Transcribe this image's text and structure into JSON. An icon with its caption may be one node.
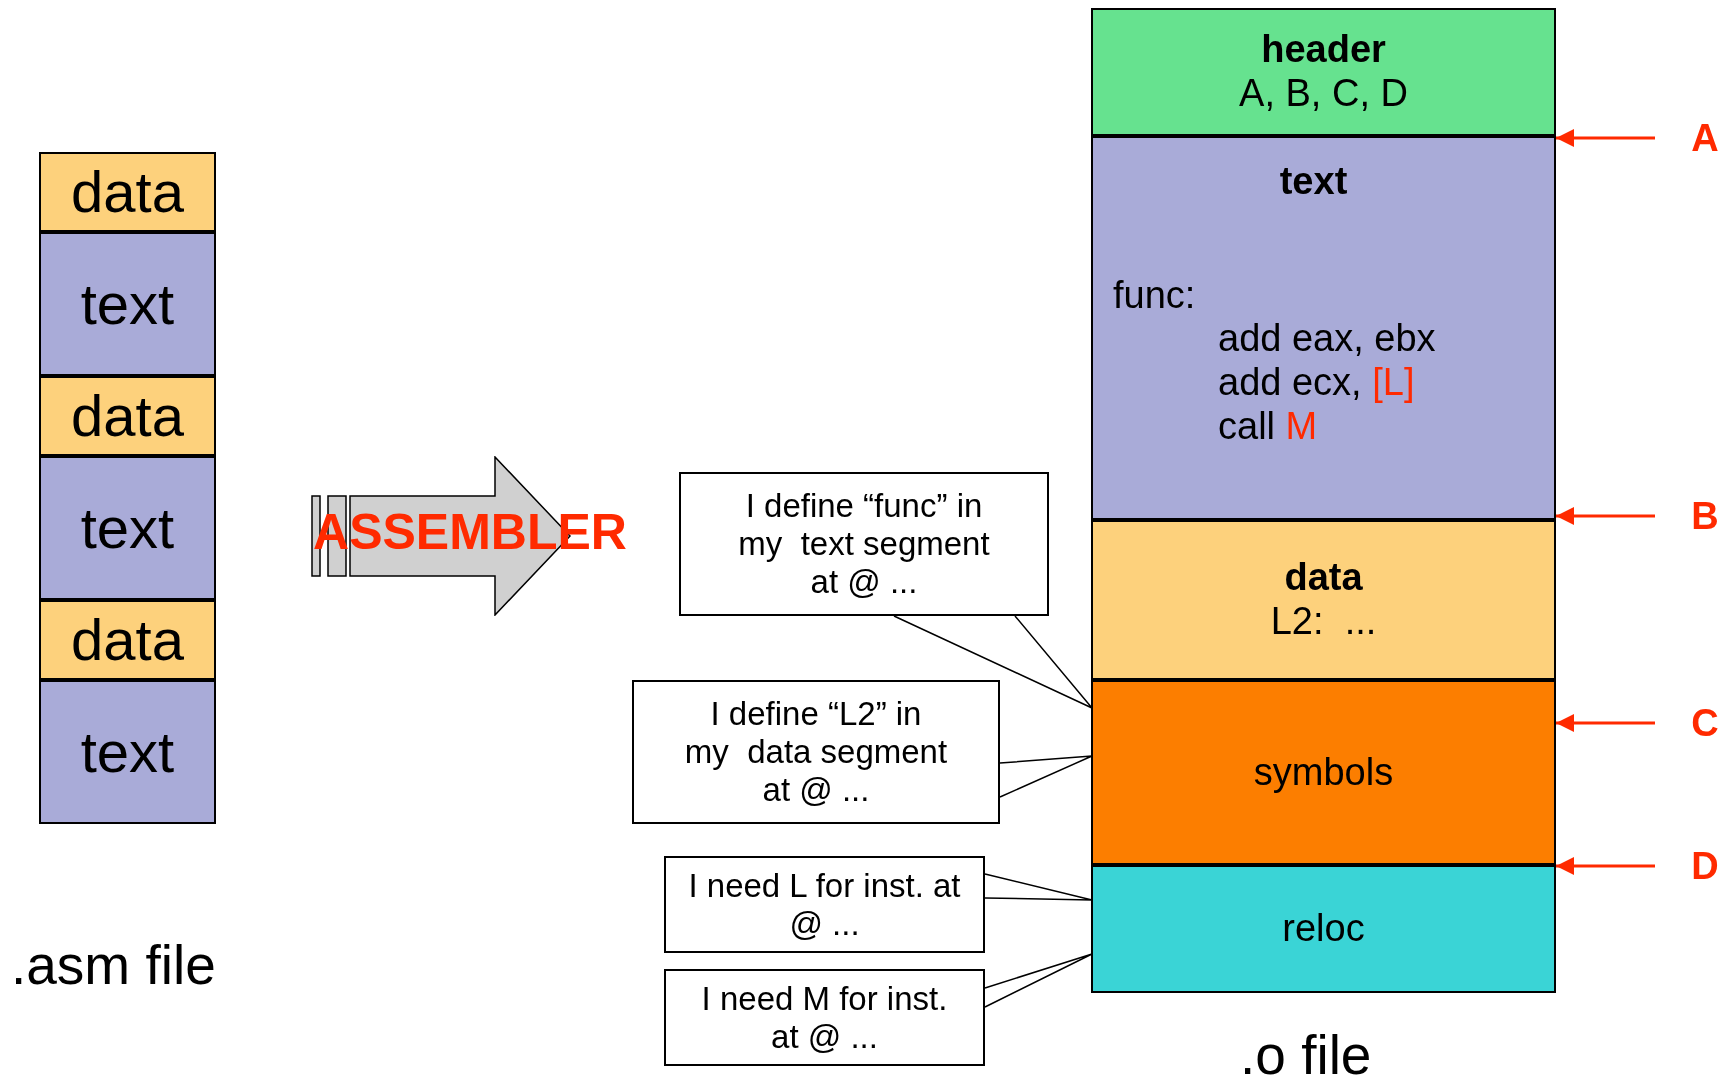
{
  "diagram": {
    "nodes": [
      {
        "text": [
          "data"
        ]
      },
      {
        "text": [
          "text"
        ]
      },
      {
        "text": [
          "data"
        ]
      },
      {
        "text": [
          "text"
        ]
      },
      {
        "text": [
          "data"
        ]
      },
      {
        "text": [
          "text"
        ]
      },
      {
        "text": [
          "ASSEMBLER"
        ]
      },
      {
        "text": [
          "header",
          "A, B, C, D"
        ]
      },
      {
        "text": [
          "text",
          "func:",
          "add eax, ebx",
          "add ecx, [L]",
          "call M"
        ]
      },
      {
        "text": [
          "data",
          "L2:  ..."
        ]
      },
      {
        "text": [
          "symbols"
        ]
      },
      {
        "text": [
          "reloc"
        ]
      },
      {
        "text": [
          "I define “func” in my  text segment at @ ..."
        ]
      },
      {
        "text": [
          "I define “L2” in my  data segment at @ ..."
        ]
      },
      {
        "text": [
          "I need L for inst. at @ ..."
        ]
      },
      {
        "text": [
          "I need M for inst. at @ ..."
        ]
      },
      {
        "text": [
          "A"
        ]
      },
      {
        "text": [
          "B"
        ]
      },
      {
        "text": [
          "C"
        ]
      },
      {
        "text": [
          "D"
        ]
      }
    ],
    "edges": [
      {
        "from": 12,
        "to": 10,
        "arrow": "none",
        "color": "#000000"
      },
      {
        "from": 13,
        "to": 10,
        "arrow": "none",
        "color": "#000000"
      },
      {
        "from": 14,
        "to": 11,
        "arrow": "none",
        "color": "#000000"
      },
      {
        "from": 15,
        "to": 11,
        "arrow": "none",
        "color": "#000000"
      },
      {
        "from": 16,
        "to": 7,
        "arrow": "to",
        "color": "#ff2a00"
      },
      {
        "from": 17,
        "to": 9,
        "arrow": "to",
        "color": "#ff2a00"
      },
      {
        "from": 18,
        "to": 10,
        "arrow": "to",
        "color": "#ff2a00"
      },
      {
        "from": 19,
        "to": 11,
        "arrow": "to",
        "color": "#ff2a00"
      }
    ],
    "labels": [
      ".asm file",
      ".o file"
    ]
  }
}
